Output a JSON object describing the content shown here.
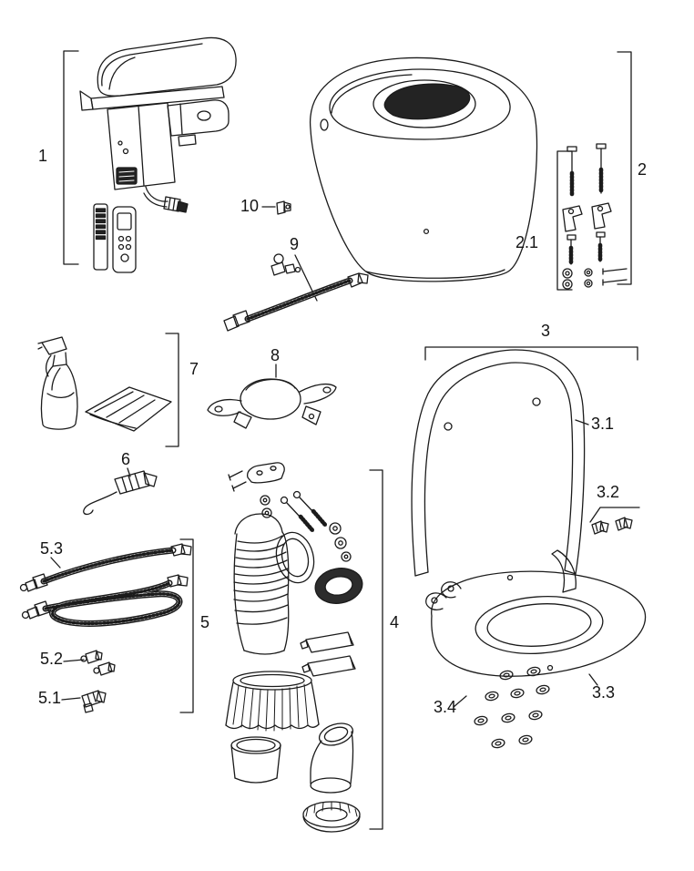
{
  "colors": {
    "ink": "#1b1b1b",
    "background": "#ffffff"
  },
  "labels": {
    "n1": "1",
    "n2": "2",
    "n2_1": "2.1",
    "n3": "3",
    "n3_1": "3.1",
    "n3_2": "3.2",
    "n3_3": "3.3",
    "n3_4": "3.4",
    "n4": "4",
    "n5": "5",
    "n5_1": "5.1",
    "n5_2": "5.2",
    "n5_3": "5.3",
    "n6": "6",
    "n7": "7",
    "n8": "8",
    "n9": "9",
    "n10": "10"
  }
}
